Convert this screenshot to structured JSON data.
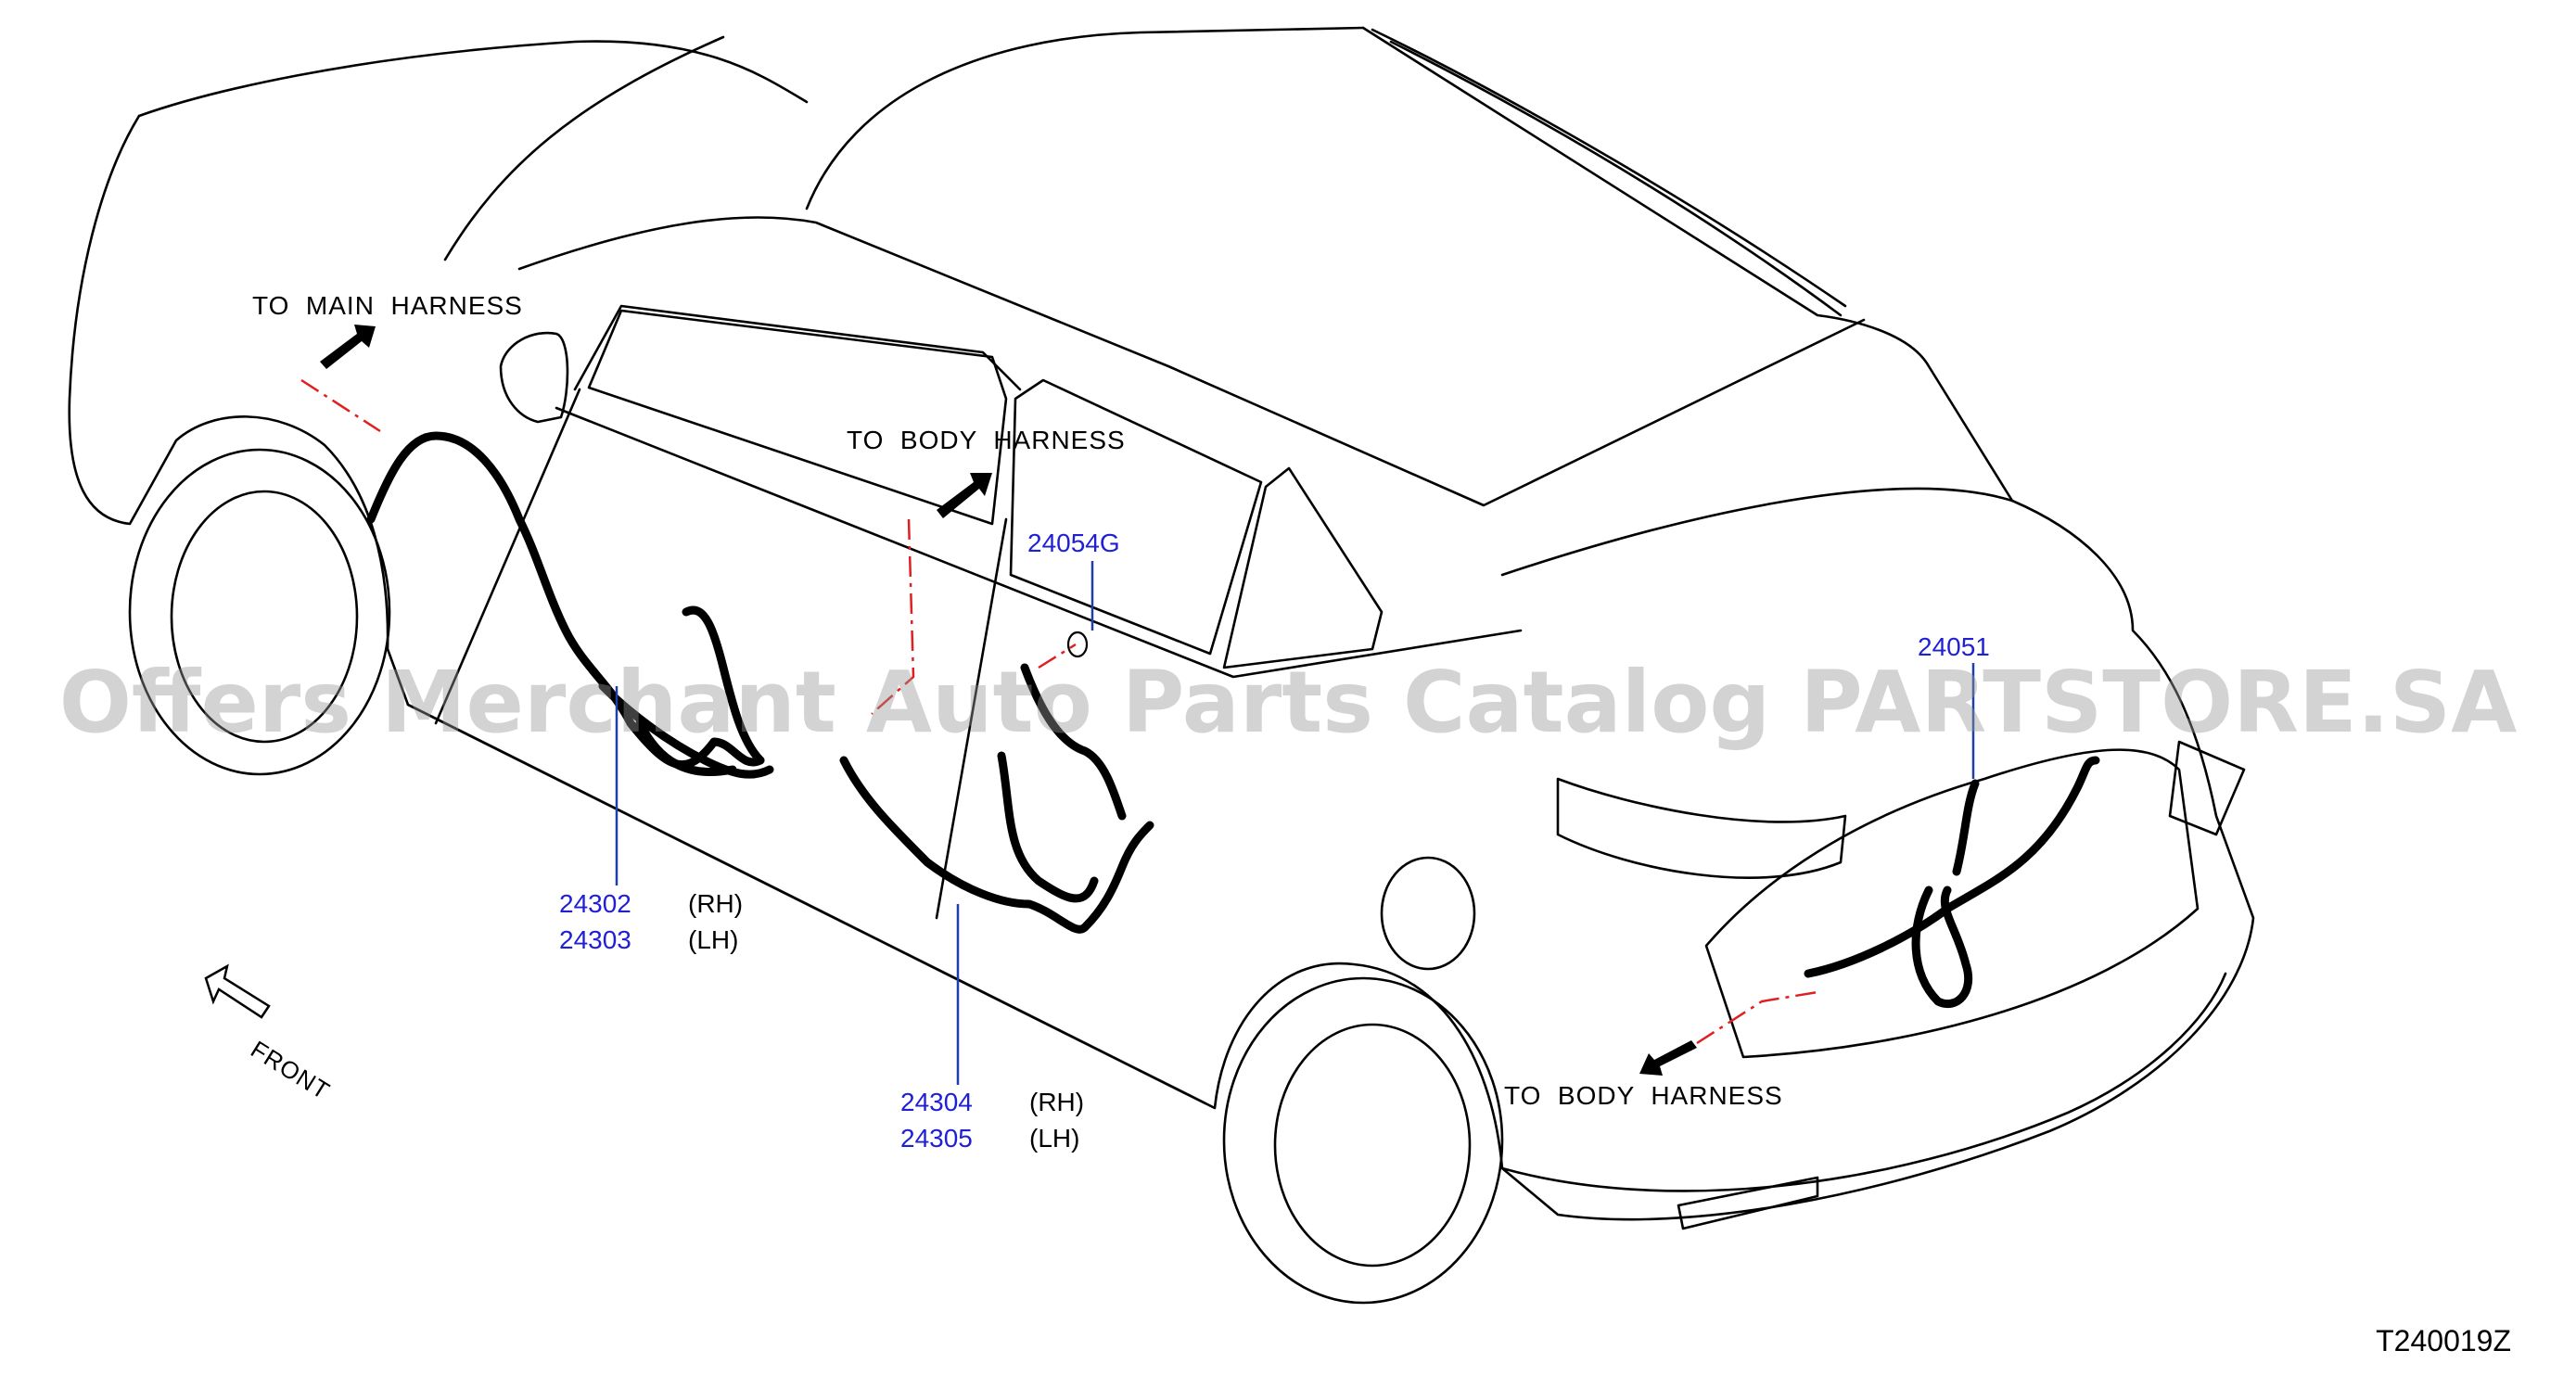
{
  "labels": {
    "to_main_harness": "TO  MAIN  HARNESS",
    "to_body_harness_upper": "TO  BODY  HARNESS",
    "to_body_harness_lower": "TO  BODY  HARNESS",
    "front": "FRONT"
  },
  "parts": {
    "p24054g": "24054G",
    "p24051": "24051",
    "p24302": "24302",
    "p24303": "24303",
    "p24304": "24304",
    "p24305": "24305"
  },
  "sides": {
    "rh": "(RH)",
    "lh": "(LH)"
  },
  "watermark": "Offers Merchant Auto Parts Catalog PARTSTORE.SA",
  "diagram_code": "T240019Z",
  "colors": {
    "part_number": "#1f1fd6",
    "leader_line": "#1f3fa8",
    "connector_dashes": "#e02020"
  }
}
